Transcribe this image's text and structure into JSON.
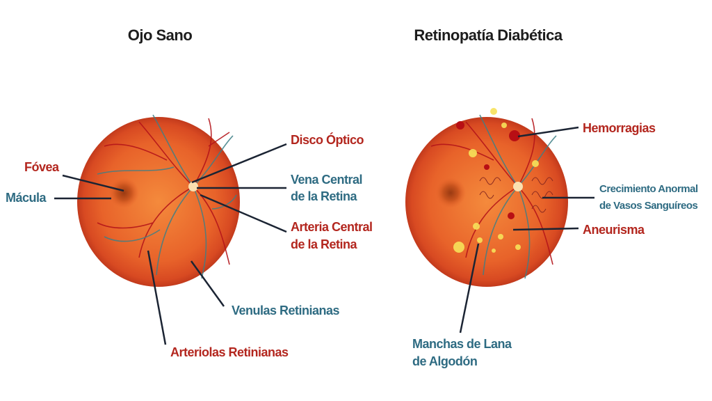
{
  "titles": {
    "healthy": "Ojo Sano",
    "diabetic": "Retinopatía Diabética"
  },
  "healthy_labels": {
    "fovea": "Fóvea",
    "macula": "Mácula",
    "optic_disc": "Disco Óptico",
    "central_vein_1": "Vena Central",
    "central_vein_2": "de la Retina",
    "central_artery_1": "Arteria Central",
    "central_artery_2": "de la Retina",
    "venules": "Venulas Retinianas",
    "arterioles": "Arteriolas Retinianas"
  },
  "diabetic_labels": {
    "hemorrhages": "Hemorragias",
    "neovascularization_1": "Crecimiento Anormal",
    "neovascularization_2": "de Vasos Sanguíreos",
    "aneurysm": "Aneurisma",
    "cotton_wool_1": "Manchas de Lana",
    "cotton_wool_2": "de Algodón"
  },
  "colors": {
    "red_label": "#b3261e",
    "blue_label": "#2e6b82",
    "retina": "#e8632a"
  }
}
